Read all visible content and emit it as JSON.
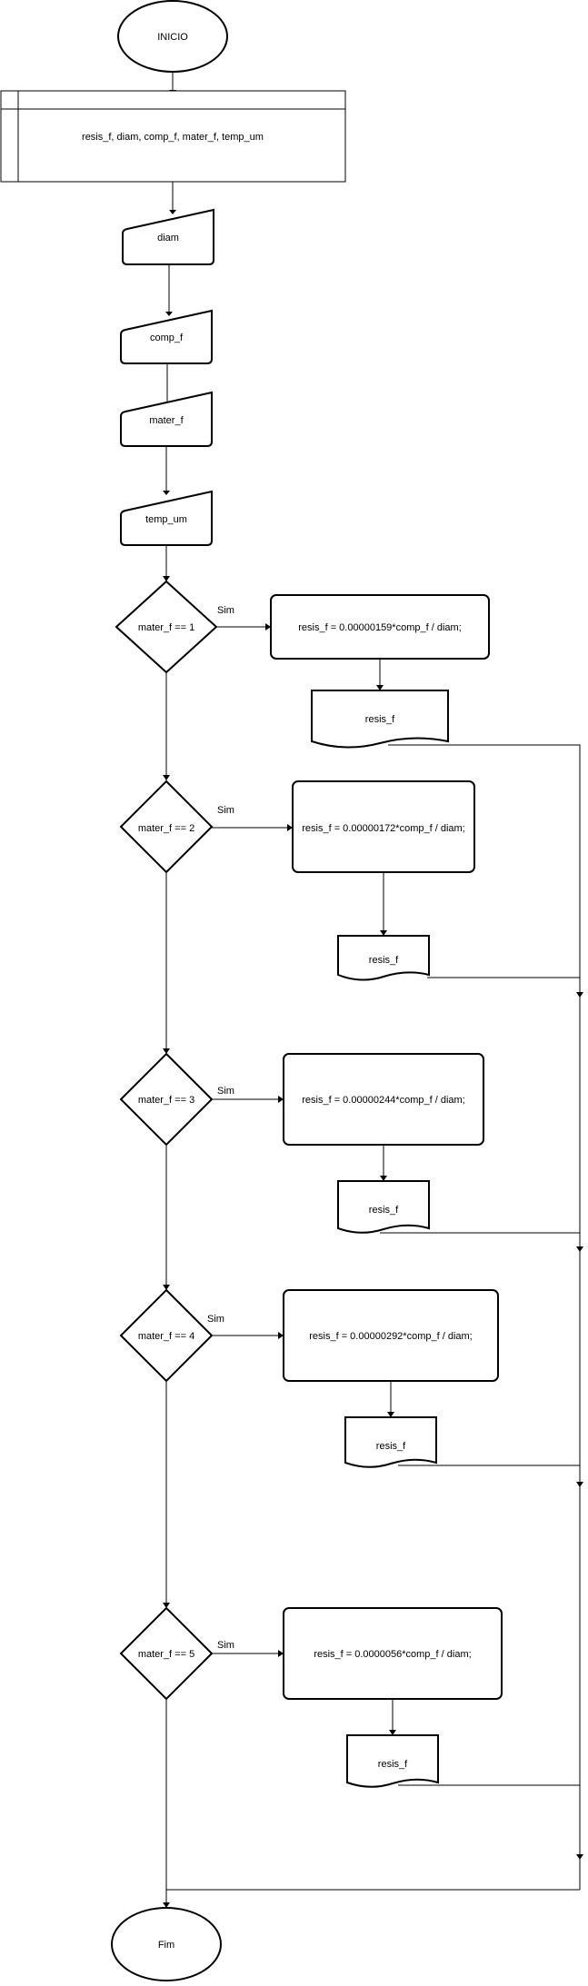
{
  "flowchart": {
    "start": "INICIO",
    "variables": "resis_f, diam, comp_f, mater_f, temp_um",
    "inputs": [
      "diam",
      "comp_f",
      "mater_f",
      "temp_um"
    ],
    "branches": [
      {
        "condition": "mater_f == 1",
        "yes_label": "Sim",
        "process": "resis_f = 0.00000159*comp_f / diam;",
        "output": "resis_f"
      },
      {
        "condition": "mater_f == 2",
        "yes_label": "Sim",
        "process": "resis_f = 0.00000172*comp_f / diam;",
        "output": "resis_f"
      },
      {
        "condition": "mater_f == 3",
        "yes_label": "Sim",
        "process": "resis_f = 0.00000244*comp_f / diam;",
        "output": "resis_f"
      },
      {
        "condition": "mater_f == 4",
        "yes_label": "Sim",
        "process": "resis_f = 0.00000292*comp_f / diam;",
        "output": "resis_f"
      },
      {
        "condition": "mater_f == 5",
        "yes_label": "Sim",
        "process": "resis_f = 0.0000056*comp_f / diam;",
        "output": "resis_f"
      }
    ],
    "end": "Fim"
  }
}
